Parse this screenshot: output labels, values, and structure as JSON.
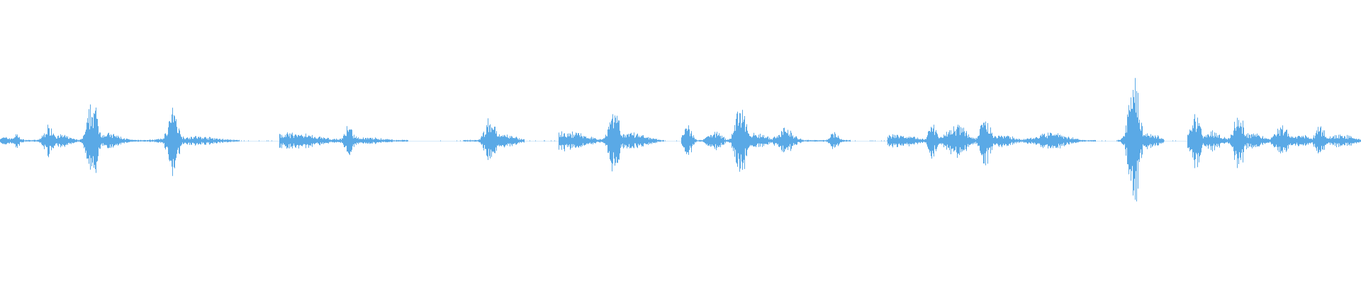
{
  "waveform": {
    "color": "#5aa9e6",
    "background": "#ffffff",
    "baseline_level": 0.012,
    "bursts": [
      {
        "t": 0.0,
        "w": 0.02,
        "a": 0.05
      },
      {
        "t": 0.012,
        "w": 0.004,
        "a": 0.09
      },
      {
        "t": 0.036,
        "w": 0.006,
        "a": 0.2
      },
      {
        "t": 0.044,
        "w": 0.012,
        "a": 0.08
      },
      {
        "t": 0.068,
        "w": 0.006,
        "a": 0.5
      },
      {
        "t": 0.078,
        "w": 0.016,
        "a": 0.1
      },
      {
        "t": 0.127,
        "w": 0.006,
        "a": 0.4
      },
      {
        "t": 0.14,
        "w": 0.03,
        "a": 0.06
      },
      {
        "t": 0.215,
        "w": 0.03,
        "a": 0.1
      },
      {
        "t": 0.256,
        "w": 0.005,
        "a": 0.18
      },
      {
        "t": 0.265,
        "w": 0.025,
        "a": 0.05
      },
      {
        "t": 0.36,
        "w": 0.006,
        "a": 0.3
      },
      {
        "t": 0.37,
        "w": 0.015,
        "a": 0.08
      },
      {
        "t": 0.415,
        "w": 0.025,
        "a": 0.12
      },
      {
        "t": 0.451,
        "w": 0.006,
        "a": 0.45
      },
      {
        "t": 0.462,
        "w": 0.02,
        "a": 0.1
      },
      {
        "t": 0.505,
        "w": 0.005,
        "a": 0.22
      },
      {
        "t": 0.525,
        "w": 0.008,
        "a": 0.12
      },
      {
        "t": 0.544,
        "w": 0.006,
        "a": 0.5
      },
      {
        "t": 0.556,
        "w": 0.012,
        "a": 0.1
      },
      {
        "t": 0.577,
        "w": 0.01,
        "a": 0.15
      },
      {
        "t": 0.613,
        "w": 0.005,
        "a": 0.12
      },
      {
        "t": 0.66,
        "w": 0.02,
        "a": 0.08
      },
      {
        "t": 0.685,
        "w": 0.005,
        "a": 0.22
      },
      {
        "t": 0.703,
        "w": 0.012,
        "a": 0.2
      },
      {
        "t": 0.724,
        "w": 0.006,
        "a": 0.3
      },
      {
        "t": 0.735,
        "w": 0.015,
        "a": 0.08
      },
      {
        "t": 0.772,
        "w": 0.02,
        "a": 0.1
      },
      {
        "t": 0.833,
        "w": 0.006,
        "a": 0.8
      },
      {
        "t": 0.845,
        "w": 0.01,
        "a": 0.1
      },
      {
        "t": 0.878,
        "w": 0.006,
        "a": 0.35
      },
      {
        "t": 0.891,
        "w": 0.01,
        "a": 0.12
      },
      {
        "t": 0.91,
        "w": 0.006,
        "a": 0.35
      },
      {
        "t": 0.921,
        "w": 0.01,
        "a": 0.12
      },
      {
        "t": 0.942,
        "w": 0.008,
        "a": 0.2
      },
      {
        "t": 0.955,
        "w": 0.01,
        "a": 0.08
      },
      {
        "t": 0.97,
        "w": 0.006,
        "a": 0.18
      },
      {
        "t": 0.985,
        "w": 0.015,
        "a": 0.08
      }
    ],
    "silent_ranges": [
      [
        0.176,
        0.205
      ],
      [
        0.3,
        0.34
      ],
      [
        0.385,
        0.41
      ],
      [
        0.488,
        0.5
      ],
      [
        0.625,
        0.652
      ],
      [
        0.805,
        0.82
      ],
      [
        0.855,
        0.872
      ]
    ]
  }
}
